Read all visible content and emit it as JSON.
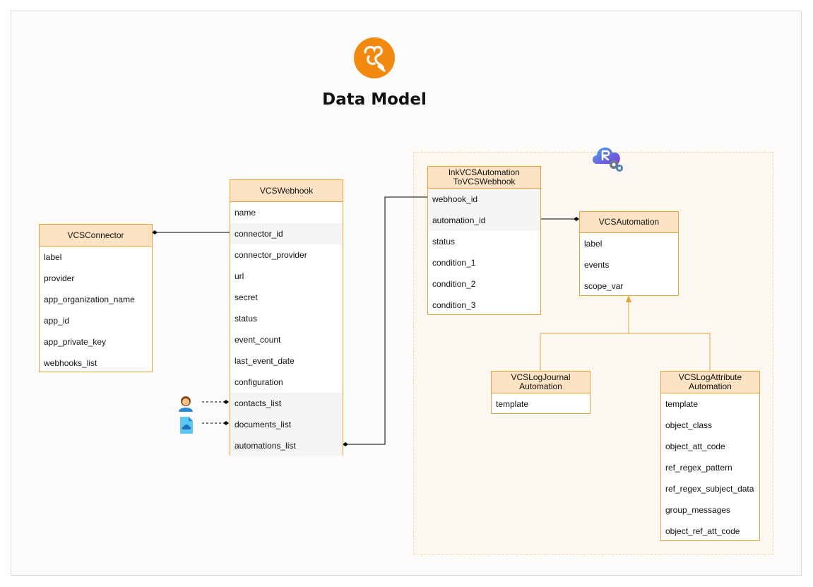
{
  "diagram": {
    "title": "Data Model",
    "colors": {
      "entity_border": "#e8a33b",
      "entity_header": "#fde3c3",
      "group_fill": "#fdf7f1",
      "group_border": "#f5d89c",
      "logo": "#f28a0f"
    },
    "icons": {
      "logo": "itop-logo-icon",
      "cloud": "cloud-gear-icon",
      "contact": "person-icon",
      "document": "cloud-document-icon"
    },
    "entities": {
      "connector": {
        "name": "VCSConnector",
        "fields": [
          "label",
          "provider",
          "app_organization_name",
          "app_id",
          "app_private_key",
          "webhooks_list"
        ]
      },
      "webhook": {
        "name": "VCSWebhook",
        "fields": [
          "name",
          "connector_id",
          "connector_provider",
          "url",
          "secret",
          "status",
          "event_count",
          "last_event_date",
          "configuration",
          "contacts_list",
          "documents_list",
          "automations_list"
        ]
      },
      "link": {
        "name_line1": "lnkVCSAutomation",
        "name_line2": "ToVCSWebhook",
        "fields": [
          "webhook_id",
          "automation_id",
          "status",
          "condition_1",
          "condition_2",
          "condition_3"
        ]
      },
      "automation": {
        "name": "VCSAutomation",
        "fields": [
          "label",
          "events",
          "scope_var"
        ]
      },
      "journal": {
        "name_line1": "VCSLogJournal",
        "name_line2": "Automation",
        "fields": [
          "template"
        ]
      },
      "attribute": {
        "name_line1": "VCSLogAttribute",
        "name_line2": "Automation",
        "fields": [
          "template",
          "object_class",
          "object_att_code",
          "ref_regex_pattern",
          "ref_regex_subject_data",
          "group_messages",
          "object_ref_att_code"
        ]
      }
    }
  }
}
